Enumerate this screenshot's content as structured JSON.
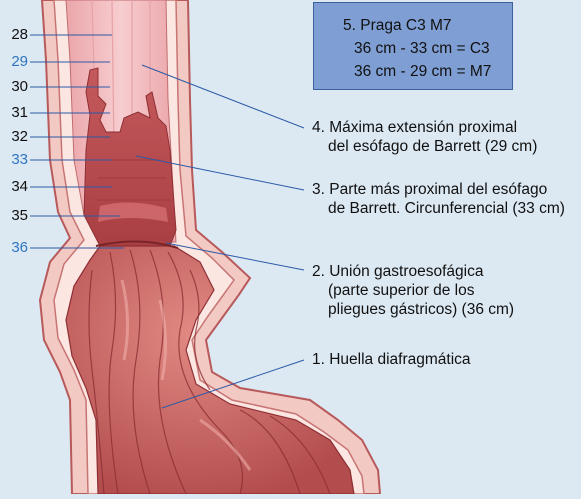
{
  "praga_box": {
    "title": "5. Praga C3 M7",
    "line1": "36 cm - 33 cm = C3",
    "line2": "36 cm - 29 cm = M7"
  },
  "scale_labels": [
    {
      "text": "28",
      "highlight": false
    },
    {
      "text": "29",
      "highlight": true
    },
    {
      "text": "30",
      "highlight": false
    },
    {
      "text": "31",
      "highlight": false
    },
    {
      "text": "32",
      "highlight": false
    },
    {
      "text": "33",
      "highlight": true
    },
    {
      "text": "34",
      "highlight": false
    },
    {
      "text": "35",
      "highlight": false
    },
    {
      "text": "36",
      "highlight": true
    }
  ],
  "annotations": [
    {
      "lines": [
        "4. Máxima extensión proximal",
        "del esófago de Barrett (29 cm)"
      ]
    },
    {
      "lines": [
        "3. Parte más proximal del esófago",
        "de Barrett. Circunferencial (33 cm)"
      ]
    },
    {
      "lines": [
        "2. Unión gastroesofágica",
        "(parte superior de los",
        "pliegues gástricos) (36 cm)"
      ]
    },
    {
      "lines": [
        "1. Huella diafragmática"
      ]
    }
  ],
  "colors": {
    "background": "#dce9f3",
    "box_fill": "#7f9ed3",
    "box_border": "#3d5f9e",
    "leader_line": "#2d5aa6",
    "label_blue": "#2e75c0",
    "label_black": "#111111",
    "mucosa_pink": "#f3bcbf",
    "barrett_red": "#b9494b",
    "stomach_red": "#c8605e",
    "wall_light": "#fbe6e2"
  }
}
